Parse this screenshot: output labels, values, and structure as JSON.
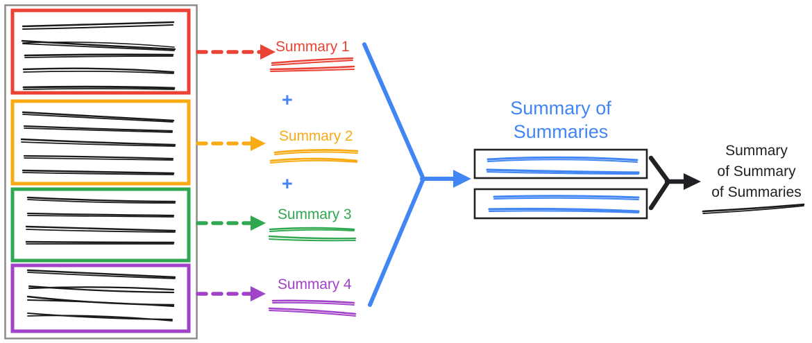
{
  "diagram": {
    "title_semantic": "hierarchical-summarization-pipeline",
    "colors": {
      "red": "#EA4335",
      "orange": "#F9AB16",
      "green": "#2FA84F",
      "purple": "#A142C8",
      "blue": "#4285F4",
      "black": "#202124",
      "document_border": "#8A8A8A"
    },
    "source_document": {
      "name": "source-document",
      "sections": [
        {
          "label_semantic": "document-section-red",
          "color": "#EA4335",
          "line_count": 5
        },
        {
          "label_semantic": "document-section-orange",
          "color": "#F9AB16",
          "line_count": 5
        },
        {
          "label_semantic": "document-section-green",
          "color": "#2FA84F",
          "line_count": 4
        },
        {
          "label_semantic": "document-section-purple",
          "color": "#A142C8",
          "line_count": 4
        }
      ]
    },
    "summaries": [
      {
        "label": "Summary 1",
        "color": "#EA4335",
        "arrow": "dashed-arrow-red",
        "line_count": 2
      },
      {
        "label": "Summary 2",
        "color": "#F9AB16",
        "arrow": "dashed-arrow-orange",
        "line_count": 2
      },
      {
        "label": "Summary 3",
        "color": "#2FA84F",
        "arrow": "dashed-arrow-green",
        "line_count": 2
      },
      {
        "label": "Summary 4",
        "color": "#A142C8",
        "arrow": "dashed-arrow-purple",
        "line_count": 2
      }
    ],
    "plus_signs": [
      {
        "label": "+",
        "between": "Summary 1 and Summary 2"
      },
      {
        "label": "+",
        "between": "Summary 2 and Summary 3"
      }
    ],
    "summary_of_summaries": {
      "title_line1": "Summary of",
      "title_line2": "Summaries",
      "color": "#4285F4",
      "boxes": [
        {
          "name": "sos-box-1",
          "line_count": 2
        },
        {
          "name": "sos-box-2",
          "line_count": 2
        }
      ]
    },
    "final_output": {
      "title_line1": "Summary",
      "title_line2": "of Summary",
      "title_line3": "of Summaries",
      "color": "#202124",
      "line_count": 1
    },
    "arrows": {
      "merge_blue": "converging-blue-arrow",
      "merge_black": "converging-black-arrow"
    }
  }
}
